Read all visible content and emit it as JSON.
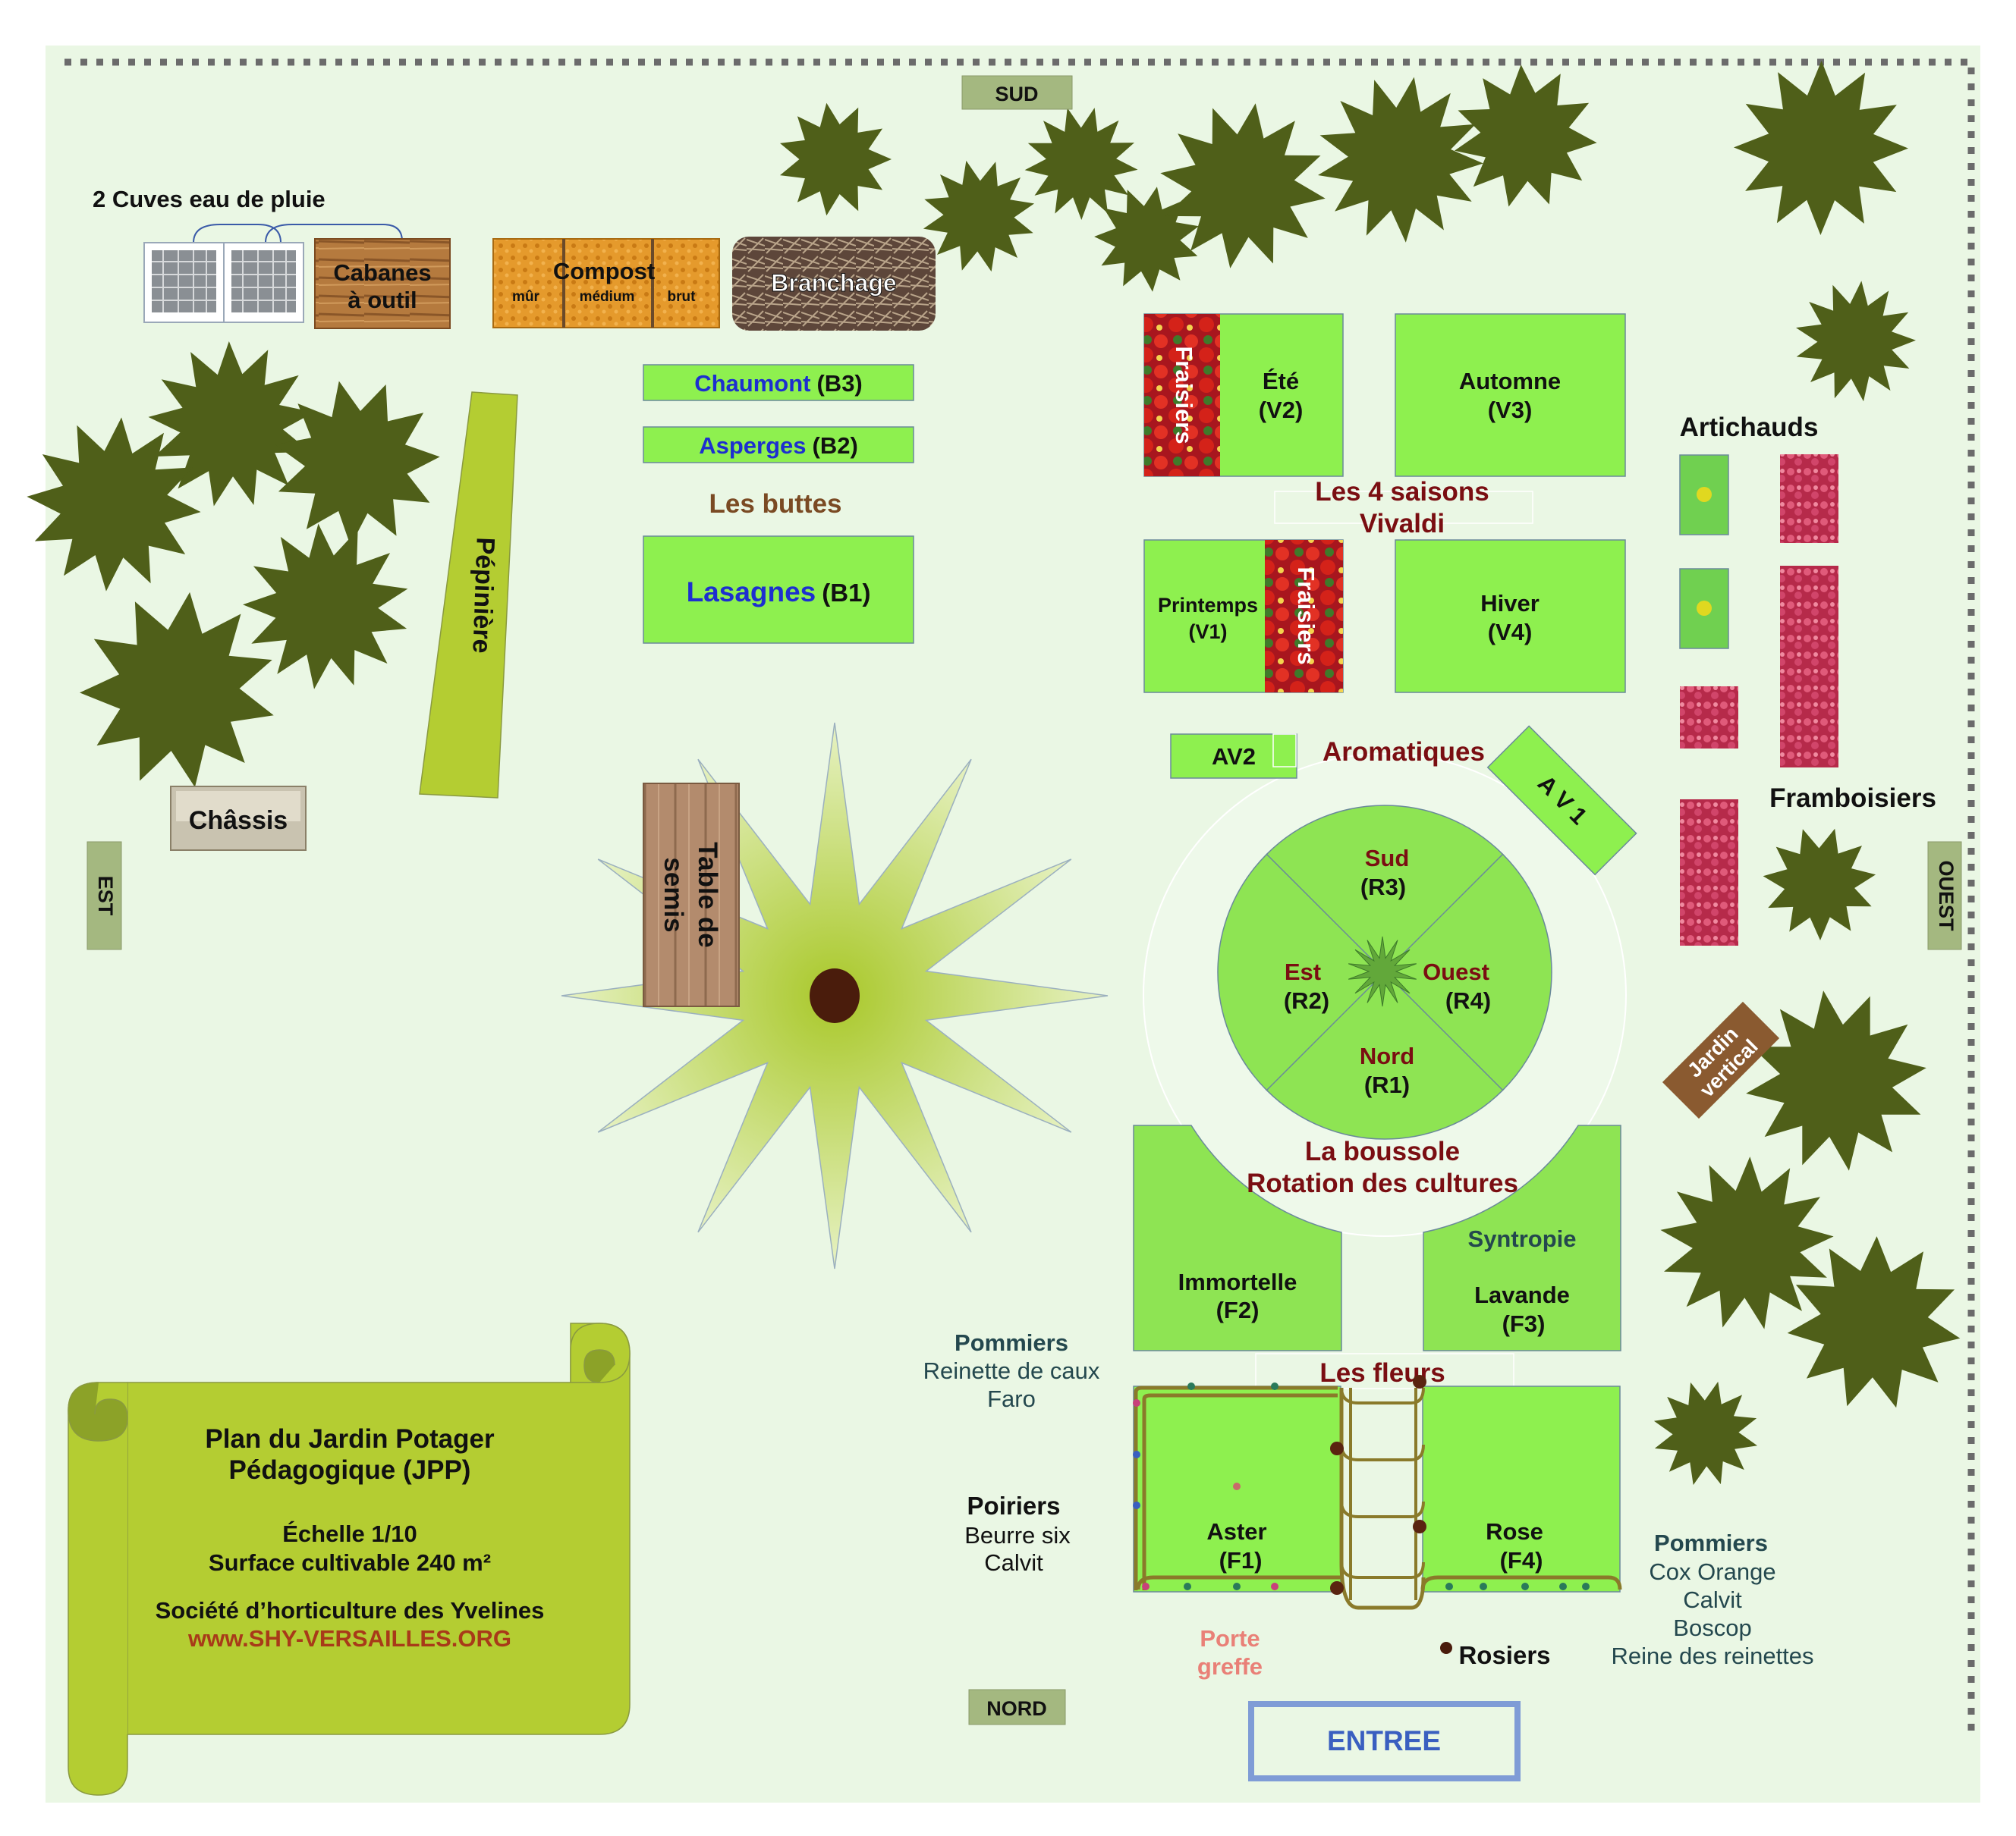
{
  "orientation": {
    "south": "SUD",
    "north": "NORD",
    "east": "EST",
    "west": "OUEST"
  },
  "rainwater": {
    "label": "2 Cuves eau de pluie"
  },
  "sheds": {
    "line1": "Cabanes",
    "line2": "à outil"
  },
  "compost": {
    "title": "Compost",
    "parts": [
      "mûr",
      "médium",
      "brut"
    ]
  },
  "branchage": "Branchage",
  "nursery": "Pépinière",
  "chassis": "Châssis",
  "mounds": {
    "title": "Les buttes",
    "beds": [
      {
        "name": "Chaumont",
        "code": "(B3)"
      },
      {
        "name": "Asperges",
        "code": "(B2)"
      },
      {
        "name": "Lasagnes",
        "code": "(B1)"
      }
    ]
  },
  "seed_table": {
    "line1": "Table de",
    "line2": "semis"
  },
  "seasons": {
    "title_line1": "Les 4 saisons",
    "title_line2": "Vivaldi",
    "strawberries": "Fraisiers",
    "beds": [
      {
        "name": "Été",
        "code": "(V2)"
      },
      {
        "name": "Automne",
        "code": "(V3)"
      },
      {
        "name": "Printemps",
        "code": "(V1)"
      },
      {
        "name": "Hiver",
        "code": "(V4)"
      }
    ]
  },
  "aromatics": {
    "title": "Aromatiques",
    "av2": "AV2",
    "av1": "A V 1"
  },
  "compass": {
    "title_line1": "La boussole",
    "title_line2": "Rotation des cultures",
    "sectors": [
      {
        "name": "Sud",
        "code": "(R3)"
      },
      {
        "name": "Est",
        "code": "(R2)"
      },
      {
        "name": "Ouest",
        "code": "(R4)"
      },
      {
        "name": "Nord",
        "code": "(R1)"
      }
    ]
  },
  "flowers": {
    "title": "Les fleurs",
    "beds": [
      {
        "name": "Immortelle",
        "code": "(F2)"
      },
      {
        "name": "Syntropie",
        "name2": "Lavande",
        "code": "(F3)"
      },
      {
        "name": "Aster",
        "code": "(F1)"
      },
      {
        "name": "Rose",
        "code": "(F4)"
      }
    ]
  },
  "artichokes": "Artichauds",
  "raspberries": "Framboisiers",
  "vertical_garden": {
    "line1": "Jardin",
    "line2": "vertical"
  },
  "apple_trees_left": {
    "title": "Pommiers",
    "varieties": [
      "Reinette de caux",
      "Faro"
    ]
  },
  "pear_trees": {
    "title": "Poiriers",
    "varieties": [
      "Beurre six",
      "Calvit"
    ]
  },
  "apple_trees_right": {
    "title": "Pommiers",
    "varieties": [
      "Cox Orange",
      "Calvit",
      "Boscop",
      "Reine des reinettes"
    ]
  },
  "rootstock": {
    "line1": "Porte",
    "line2": "greffe"
  },
  "roses": "Rosiers",
  "entrance": "ENTREE",
  "legend": {
    "title_line1": "Plan du Jardin Potager",
    "title_line2": "Pédagogique (JPP)",
    "scale": "Échelle 1/10",
    "surface": "Surface cultivable 240 m²",
    "society": "Société d’horticulture des Yvelines",
    "website": "www.SHY-VERSAILLES.ORG"
  },
  "colors": {
    "background": "#eaf7e4",
    "bed": "#8ef04f",
    "tree": "#4f5f19",
    "maroon": "#7a0e12",
    "blue": "#1d2fd0",
    "brown_text": "#7a4a23",
    "scroll": "#b4cd32",
    "label_box": "#a4b880",
    "website": "#a83a19",
    "rootstock": "#e98077",
    "entrance": "#3a5fc0"
  }
}
